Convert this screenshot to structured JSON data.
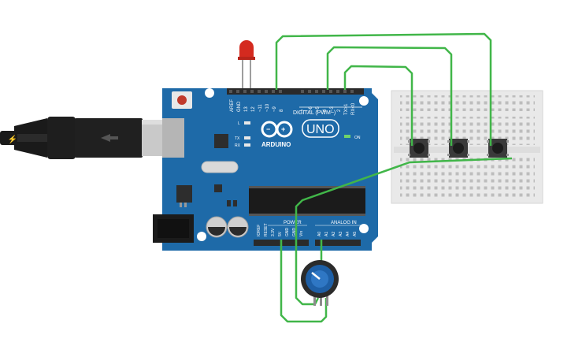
{
  "board": {
    "brand": "ARDUINO",
    "model": "UNO",
    "digital_header": "DIGITAL (PWM~)",
    "power_header": "POWER",
    "analog_header": "ANALOG IN",
    "on_label": "ON",
    "tx_label": "TX",
    "rx_label": "RX",
    "l_label": "L",
    "digital_pins": [
      "AREF",
      "GND",
      "13",
      "12",
      "~11",
      "~10",
      "~9",
      "8",
      "7",
      "~6",
      "~5",
      "4",
      "~3",
      "2",
      "TX>1",
      "RX<0"
    ],
    "power_pins": [
      "IOREF",
      "RESET",
      "3.3V",
      "5V",
      "GND",
      "GND",
      "Vin"
    ],
    "analog_pins": [
      "A0",
      "A1",
      "A2",
      "A3",
      "A4",
      "A5"
    ]
  },
  "colors": {
    "board": "#1e6aa8",
    "wire": "#41b649",
    "breadboard": "#e9e9e9",
    "led": "#d42a1f",
    "potentiometer": "#1e5fa6"
  },
  "components": {
    "led": "red-led-icon",
    "buttons": [
      "pushbutton-icon",
      "pushbutton-icon",
      "pushbutton-icon"
    ],
    "potentiometer": "potentiometer-icon",
    "usb": "usb-cable-icon"
  }
}
